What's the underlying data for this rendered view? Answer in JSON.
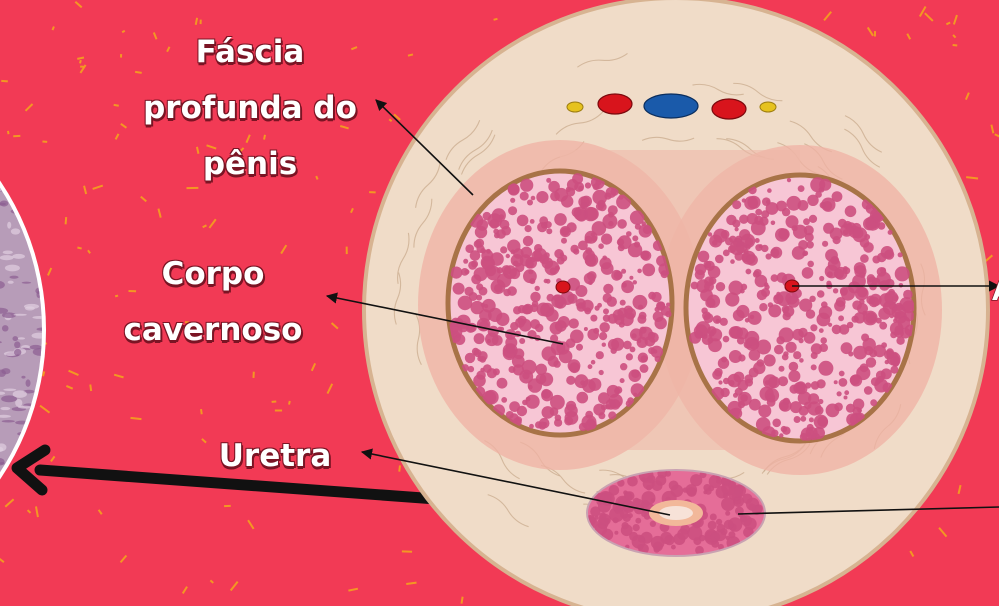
{
  "labels": {
    "fascia": [
      "Fáscia",
      "profunda do",
      "pênis"
    ],
    "corpo": [
      "Corpo",
      "cavernoso"
    ],
    "uretra": "Uretra",
    "right_cut_a": "A"
  },
  "colors": {
    "background": "#f23a55",
    "skin": "#f0dcc8",
    "sheath": "#f0b2a4",
    "tissue": "#f7c6d5",
    "lacunae": "#cc4f80",
    "capsule": "#a87347",
    "artery": "#d8141c",
    "vein": "#1a5aaa",
    "nerve": "#e6c21e",
    "text": "#ffffff",
    "text_outline": "#7a1424"
  }
}
